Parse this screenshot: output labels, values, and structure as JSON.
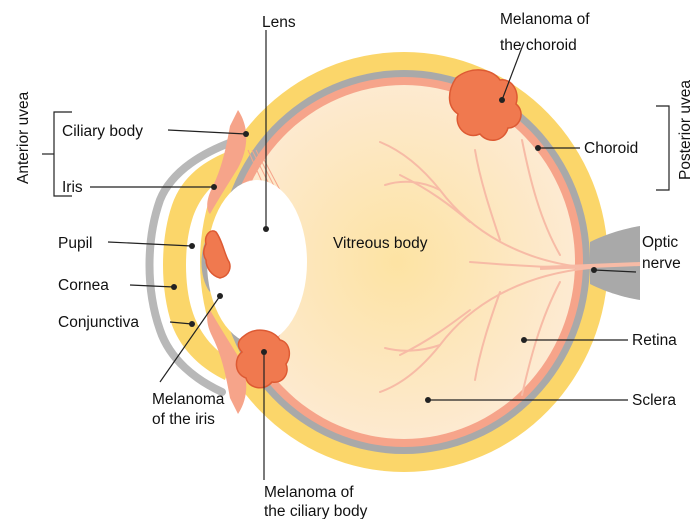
{
  "labels": {
    "lens": "Lens",
    "melanoma_choroid": [
      "Melanoma of",
      "the choroid"
    ],
    "anterior_uvea": "Anterior uvea",
    "posterior_uvea": "Posterior uvea",
    "ciliary_body": "Ciliary body",
    "iris": "Iris",
    "choroid": "Choroid",
    "pupil": "Pupil",
    "vitreous_body": "Vitreous body",
    "optic_nerve": [
      "Optic",
      "nerve"
    ],
    "cornea": "Cornea",
    "conjunctiva": "Conjunctiva",
    "retina": "Retina",
    "melanoma_iris": [
      "Melanoma",
      "of the iris"
    ],
    "sclera": "Sclera",
    "melanoma_ciliary": [
      "Melanoma of",
      "the ciliary body"
    ]
  },
  "colors": {
    "sclera": "#fbd66a",
    "choroid": "#a9a9a9",
    "retina": "#f6a48a",
    "vitreous_center": "#fde3a3",
    "vitreous_edge": "#fdebd9",
    "vessels": "#f7bba6",
    "tumor": "#f0794f",
    "tumor_edge": "#dd5a33",
    "cornea_gray": "#b8b8b8",
    "lens": "#ffffff"
  }
}
